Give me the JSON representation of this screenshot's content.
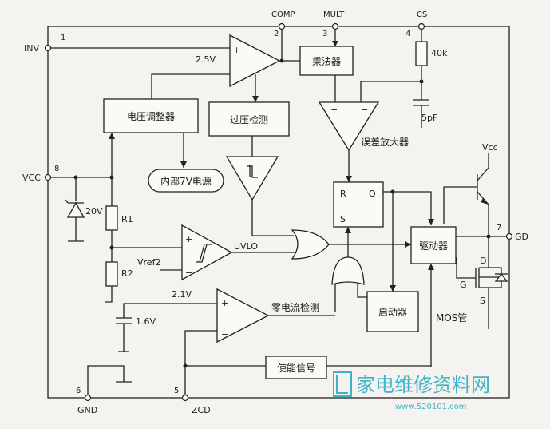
{
  "pins": {
    "inv": {
      "label": "INV",
      "num": "1"
    },
    "comp": {
      "label": "COMP",
      "num": "2"
    },
    "mult": {
      "label": "MULT",
      "num": "3"
    },
    "cs": {
      "label": "CS",
      "num": "4"
    },
    "vcc": {
      "label": "VCC",
      "num": "8"
    },
    "gnd": {
      "label": "GND",
      "num": "6"
    },
    "zcd": {
      "label": "ZCD",
      "num": "5"
    },
    "gd": {
      "label": "GD",
      "num": "7"
    }
  },
  "blocks": {
    "multiplier": "乘法器",
    "voltage_regulator": "电压调整器",
    "overvoltage_detect": "过压检测",
    "internal_7v": "内部7V电源",
    "error_amp": "误差放大器",
    "driver": "驱动器",
    "starter": "启动器",
    "enable_signal": "使能信号",
    "zero_current_detect": "零电流检测",
    "uvlo": "UVLO",
    "mos": "MOS管"
  },
  "labels": {
    "ref_2v5": "2.5V",
    "ref_2v1": "2.1V",
    "ref_1v6": "1.6V",
    "vref2": "Vref2",
    "zener": "20V",
    "r1": "R1",
    "r2": "R2",
    "res_40k": "40k",
    "cap_5pf": "5pF",
    "vcc_top": "Vcc",
    "ff_r": "R",
    "ff_q": "Q",
    "ff_s": "S",
    "mos_d": "D",
    "mos_g": "G",
    "mos_s": "S",
    "plus": "+",
    "minus": "−"
  },
  "watermark": {
    "title": "家电维修资料网",
    "url": "www.520101.com"
  }
}
